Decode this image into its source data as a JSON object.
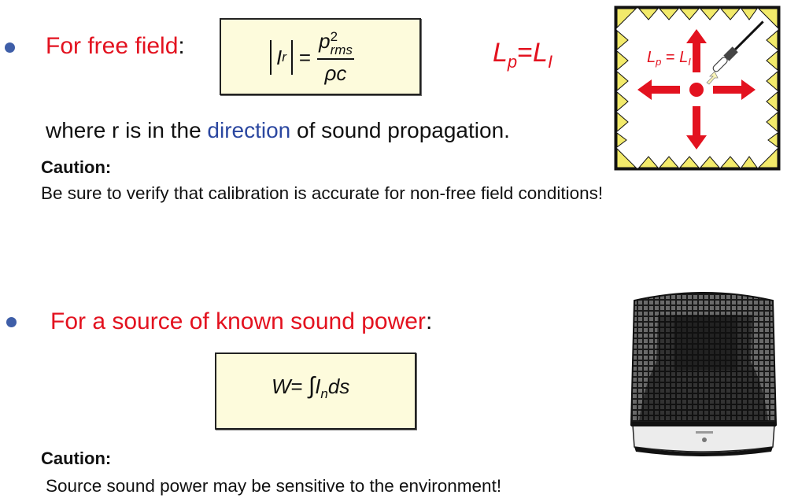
{
  "section1": {
    "bullet_label": "For free field",
    "bullet_colon": ":",
    "formula": {
      "lhs_symbol": "I",
      "lhs_subscript": "r",
      "equals": "=",
      "numerator_base": "p",
      "numerator_superscript": "2",
      "numerator_subscript": "rms",
      "denominator": "ρc"
    },
    "level_relation": {
      "left": "L",
      "left_sub": "p",
      "equals": "=",
      "right": "L",
      "right_sub": "I"
    },
    "description_prefix": "where r is in the ",
    "description_highlight": "direction",
    "description_suffix": " of sound propagation.",
    "caution_label": "Caution:",
    "caution_text": "Be sure to verify that calibration is accurate for non-free field conditions!",
    "diagram": {
      "label_left": "L",
      "label_left_sub": "p",
      "label_equals": "=",
      "label_right": "L",
      "label_right_sub": "I",
      "wedge_color": "#f2ea6b",
      "arrow_color": "#e3121f"
    }
  },
  "section2": {
    "bullet_label": "For a source of known sound power",
    "bullet_colon": ":",
    "formula": {
      "lhs": "W",
      "equals": "=",
      "integral": "∫",
      "integrand": "I",
      "integrand_sub": "n",
      "differential": "ds"
    },
    "caution_label": "Caution:",
    "caution_text": "Source sound power may be sensitive to the environment!"
  },
  "colors": {
    "accent_red": "#e3121f",
    "highlight_blue": "#2b47a0",
    "bullet": "#3e5ea8",
    "formula_box": "#fdfbdc"
  }
}
